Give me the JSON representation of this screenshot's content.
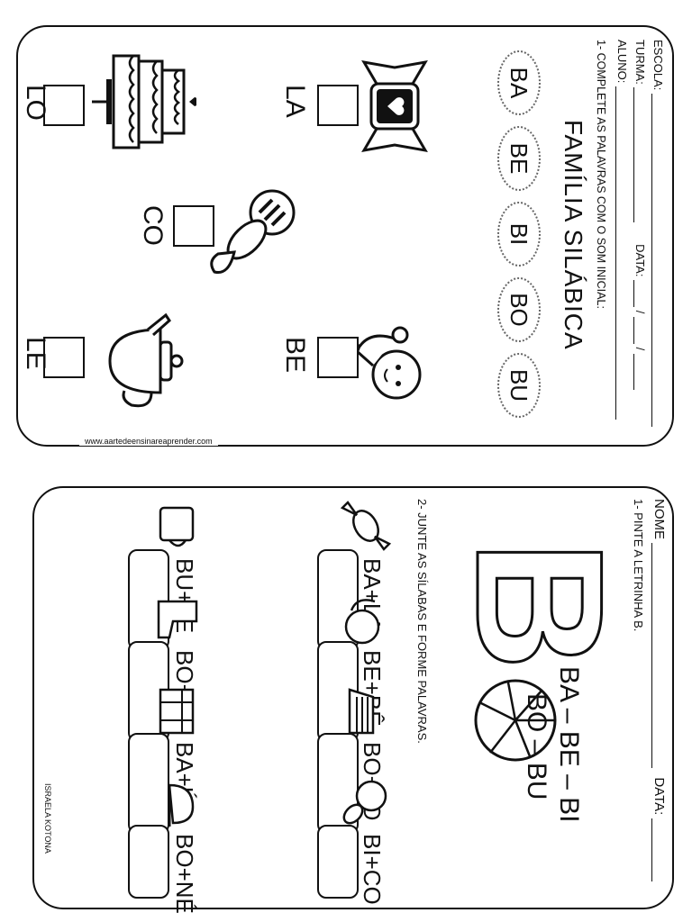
{
  "sheet1": {
    "fields": {
      "escola": "ESCOLA:",
      "turma": "TURMA:",
      "aluno": "ALUNO:",
      "data": "DATA:",
      "slash": "/"
    },
    "title": "FAMÍLIA SILÁBICA",
    "syllables": [
      "BA",
      "BE",
      "BI",
      "BO",
      "BU"
    ],
    "instruction": "1- COMPLETE AS PALAVRAS COM O SOM INICIAL:",
    "items": [
      {
        "label": "LA",
        "icon": "candy-icon"
      },
      {
        "label": "BE",
        "icon": "baby-icon"
      },
      {
        "label": "CO",
        "icon": "pacifier-icon"
      },
      {
        "label": "LO",
        "icon": "cake-icon"
      },
      {
        "label": "LE",
        "icon": "teapot-icon"
      }
    ],
    "website": "www.aartedeensinareaprender.com"
  },
  "sheet2": {
    "nome": "NOME",
    "data": "DATA:",
    "instruction1": "1- PINTE A LETRINHA B.",
    "big_letter": "B",
    "syllables_line1": "BA – BE – BI",
    "syllables_line2": "BO – BU",
    "instruction2": "2- JUNTE AS SÍLABAS E FORME PALAVRAS.",
    "items_left": [
      "BA+LA",
      "BE+BÊ",
      "BO+LO",
      "BI+CO"
    ],
    "items_right": [
      "BU+LE",
      "BO+TA",
      "BA+Ú",
      "BO+NÉ"
    ],
    "credit": "ISRAELA KOTONA"
  }
}
